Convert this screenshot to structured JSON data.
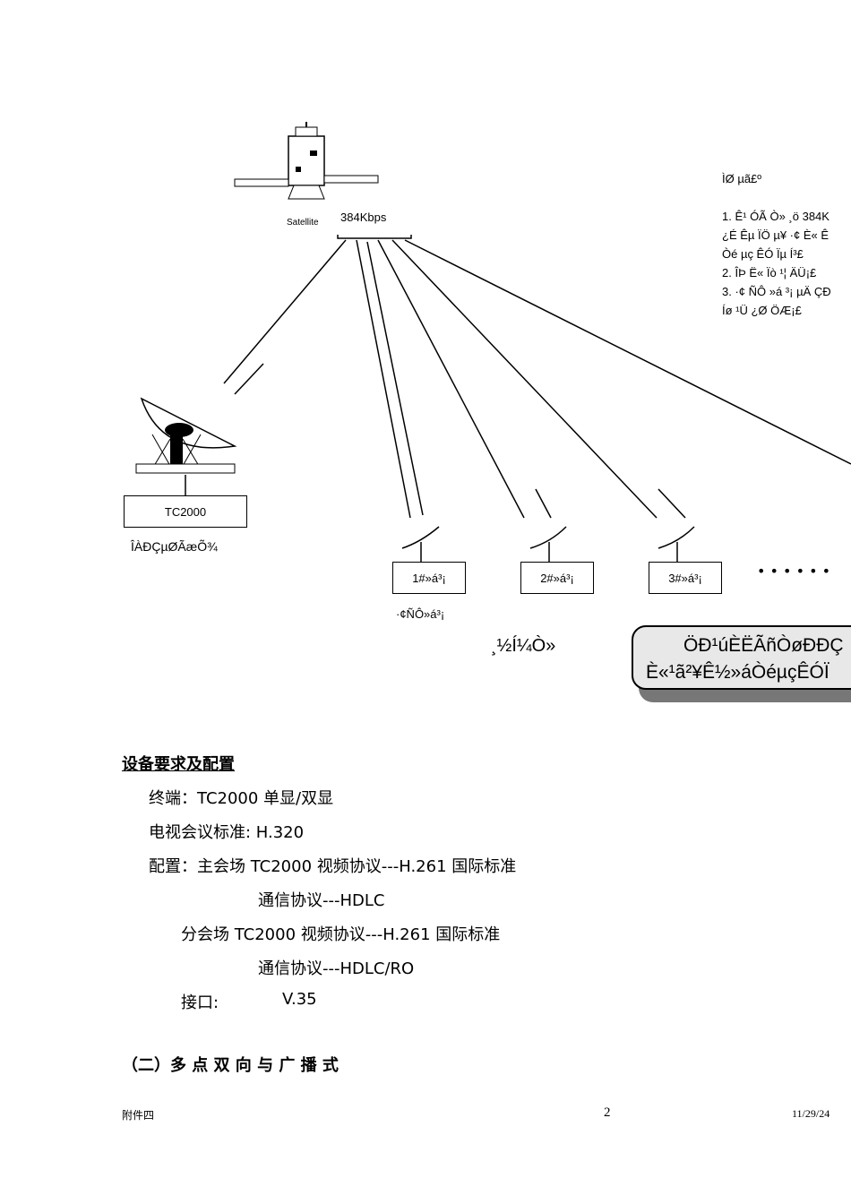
{
  "diagram": {
    "satellite_label": "Satellite",
    "bandwidth": "384Kbps",
    "main_station": "TC2000",
    "main_station_caption": "ÎÀÐÇµØÃæÕ¾",
    "remote_stations": [
      "1#»á³¡",
      "2#»á³¡",
      "3#»á³¡"
    ],
    "remote_caption": "·¢ÑÔ»á³¡",
    "ellipsis": "• • • • • •",
    "figure_caption": "¸½Í¼Ò»",
    "notes": [
      "ÌØ µã£º",
      "1.  Ê¹ ÓÃ Ò» ¸ö 384K",
      "¿É Êµ ÏÖ µ¥ ·¢ È« Ê",
      "Òé µç ÊÓ Ïµ Í³£",
      "2.   ÎÞ Ë« Ïò ¹¦ ÄÜ¡£",
      "3.   ·¢ ÑÔ »á ³¡ µÄ ÇÐ",
      "Íø ¹Ü ¿Ø ÖÆ¡£"
    ],
    "callout": [
      "ÖÐ¹úÈËÃñÒøÐÐÇ",
      "È«¹ã²¥Ê½»áÒéµçÊÓÏ"
    ]
  },
  "section": {
    "heading": "设备要求及配置",
    "lines": [
      "终端：TC2000  单显/双显",
      "电视会议标准: H.320",
      "配置：主会场 TC2000  视频协议---H.261 国际标准",
      "通信协议---HDLC",
      "分会场 TC2000  视频协议---H.261 国际标准",
      "通信协议---HDLC/RO",
      "接口:",
      "V.35"
    ],
    "subheading": "（二）多 点 双 向 与 广 播 式"
  },
  "footer": {
    "left": "附件四",
    "page": "2",
    "date": "11/29/24"
  }
}
